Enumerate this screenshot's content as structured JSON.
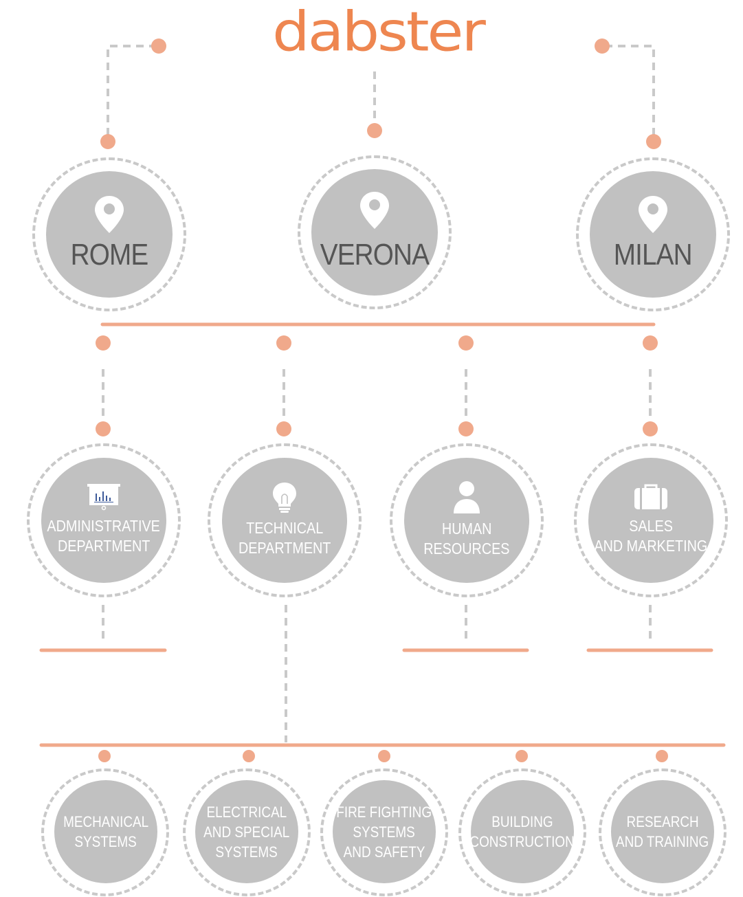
{
  "brand": {
    "logo_text": "dabster"
  },
  "colors": {
    "accent": "#f0a98b",
    "logo": "#ee8650",
    "node": "#c1c1c1",
    "dash": "#c9c9c9",
    "city_text": "#555555",
    "dept_text": "#ffffff"
  },
  "cities": [
    {
      "label": "ROME",
      "icon": "location-pin-icon"
    },
    {
      "label": "VERONA",
      "icon": "location-pin-icon"
    },
    {
      "label": "MILAN",
      "icon": "location-pin-icon"
    }
  ],
  "departments": [
    {
      "line1": "ADMINISTRATIVE",
      "line2": "DEPARTMENT",
      "icon": "presentation-chart-icon"
    },
    {
      "line1": "TECHNICAL",
      "line2": "DEPARTMENT",
      "icon": "lightbulb-icon"
    },
    {
      "line1": "HUMAN",
      "line2": "RESOURCES",
      "icon": "user-icon"
    },
    {
      "line1": "SALES",
      "line2": "AND MARKETING",
      "icon": "briefcase-icon"
    }
  ],
  "technical_units": [
    {
      "lines": [
        "MECHANICAL",
        "SYSTEMS"
      ]
    },
    {
      "lines": [
        "ELECTRICAL",
        "AND SPECIAL",
        "SYSTEMS"
      ]
    },
    {
      "lines": [
        "FIRE FIGHTING",
        "SYSTEMS",
        "AND SAFETY"
      ]
    },
    {
      "lines": [
        "BUILDING",
        "CONSTRUCTION"
      ]
    },
    {
      "lines": [
        "RESEARCH",
        "AND TRAINING"
      ]
    }
  ]
}
